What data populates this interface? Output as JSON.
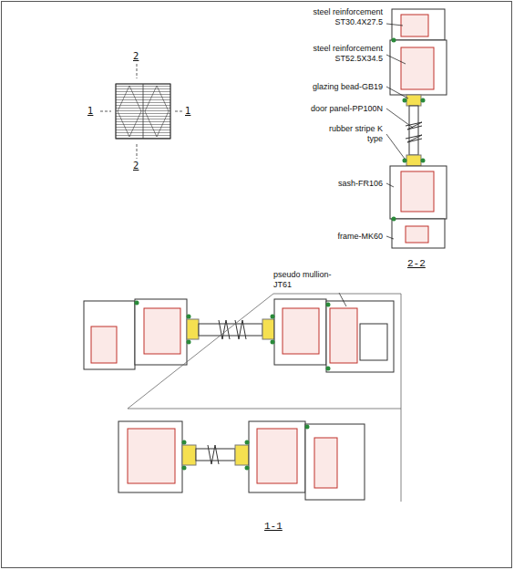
{
  "diagram": {
    "labels": [
      "steel reinforcement ST30.4X27.5",
      "steel reinforcement ST52.5X34.5",
      "glazing bead-GB19",
      "door panel-PP100N",
      "rubber stripe K type",
      "sash-FR106",
      "frame-MK60",
      "2-2",
      "pseudo mullion-JT61",
      "1-1",
      "2",
      "2",
      "1",
      "1"
    ]
  }
}
